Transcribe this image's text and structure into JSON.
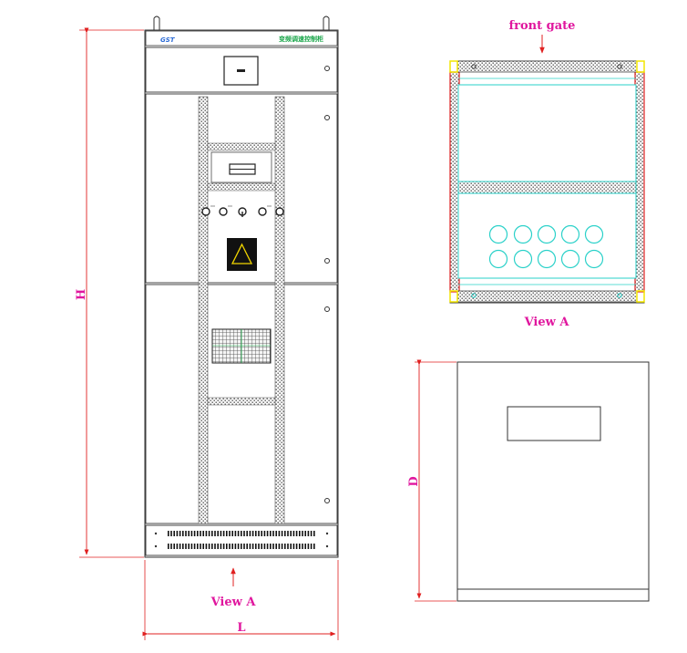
{
  "labels": {
    "front_gate": "front gate",
    "view_a_top": "View A",
    "view_a_bottom": "View A",
    "height": "H",
    "length": "L",
    "depth": "D"
  },
  "cabinet": {
    "logo": "GST",
    "nameplate": "变频调速控制柜"
  },
  "colors": {
    "dimension": "#e0169e",
    "cable_frame": "#2ad1c9",
    "edge_red": "#e02020",
    "corner_yellow": "#f2e600",
    "brand_blue": "#2b6bd6",
    "brand_green": "#1aa64a",
    "outline": "#333333"
  }
}
